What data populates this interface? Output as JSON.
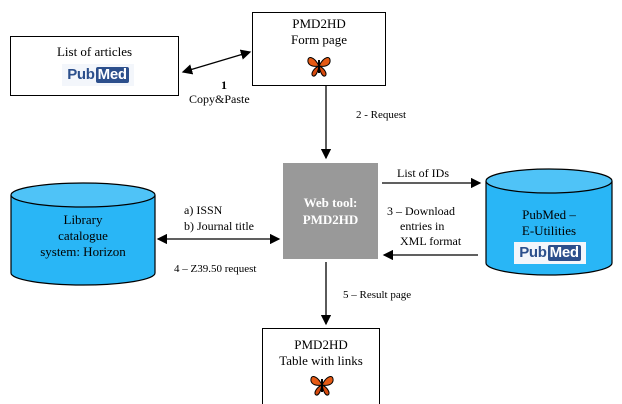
{
  "articles_box": {
    "title": "List of articles",
    "logo": "PubMed"
  },
  "form_box": {
    "line1": "PMD2HD",
    "line2": "Form page"
  },
  "result_box": {
    "line1": "PMD2HD",
    "line2": "Table with links"
  },
  "web_tool": {
    "line1": "Web tool:",
    "line2": "PMD2HD"
  },
  "library_db": {
    "line1": "Library",
    "line2": "catalogue",
    "line3": "system: Horizon"
  },
  "pubmed_db": {
    "line1": "PubMed –",
    "line2": "E-Utilities",
    "logo": "PubMed"
  },
  "edges": {
    "copy_num": "1",
    "copy_label": "Copy&Paste",
    "request": "2 - Request",
    "list_ids": "List of IDs",
    "download_1": "3 – Download",
    "download_2": "entries in",
    "download_3": "XML format",
    "issn": "a) ISSN",
    "journal": "b) Journal title",
    "z3950": "4 – Z39.50 request",
    "result": "5 – Result page"
  },
  "colors": {
    "web_tool_fill": "#999999",
    "cylinder_fill": "#29b6f6",
    "pubmed_blue": "#2c4f8c"
  },
  "icons": [
    "butterfly-icon",
    "pubmed-logo"
  ]
}
